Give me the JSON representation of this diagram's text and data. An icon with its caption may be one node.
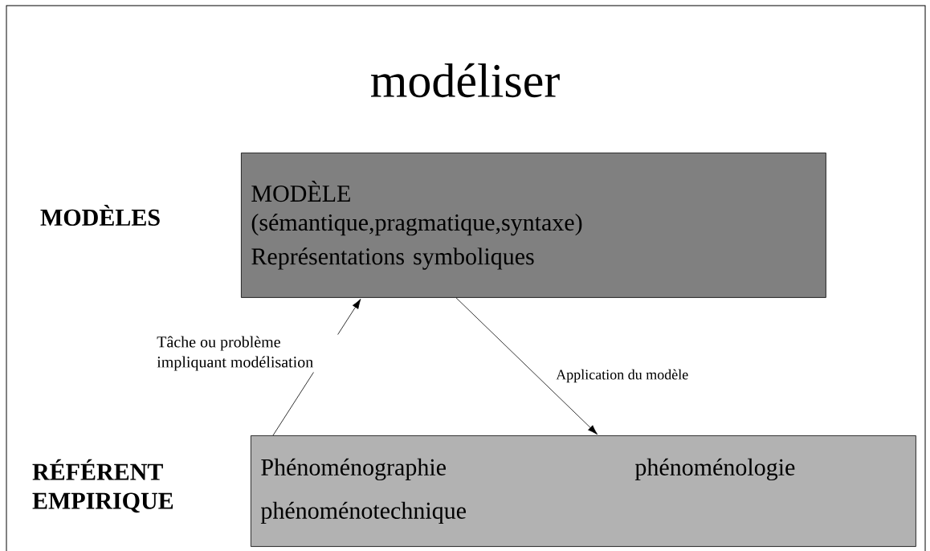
{
  "diagram": {
    "title": "modéliser",
    "nodes": [
      {
        "text": [
          "MODÈLE (sémantique,pragmatique,syntaxe)",
          "Représentations symboliques"
        ]
      },
      {
        "text": [
          "Phénoménographie",
          "phénoménologie",
          "phénoménotechnique"
        ]
      }
    ],
    "edges": [
      {
        "from": 1,
        "to": 0,
        "arrow": "to",
        "label": "Tâche ou problème impliquant modélisation"
      },
      {
        "from": 0,
        "to": 1,
        "arrow": "to",
        "label": "Application du modèle"
      }
    ],
    "labels": [
      "MODÈLES",
      "RÉFÉRENT EMPIRIQUE"
    ]
  }
}
